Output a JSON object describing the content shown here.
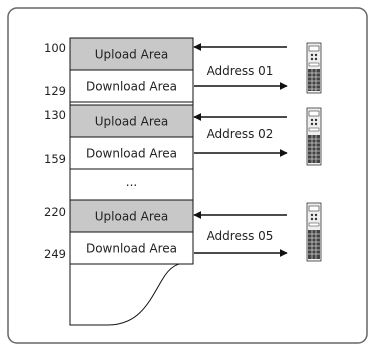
{
  "colors": {
    "frame_border": "#666666",
    "upload_fill": "#c8c8c8",
    "download_fill": "#ffffff",
    "line": "#111111",
    "device_body": "#efefef"
  },
  "blocks": [
    {
      "start": "100",
      "end": "129",
      "upload_label": "Upload Area",
      "download_label": "Download Area",
      "address_label": "Address 01"
    },
    {
      "start": "130",
      "end": "159",
      "upload_label": "Upload Area",
      "download_label": "Download Area",
      "address_label": "Address 02"
    },
    {
      "start": "220",
      "end": "249",
      "upload_label": "Upload Area",
      "download_label": "Download Area",
      "address_label": "Address 05"
    }
  ],
  "ellipsis": "...",
  "device_icon": "slave-device-module-icon"
}
